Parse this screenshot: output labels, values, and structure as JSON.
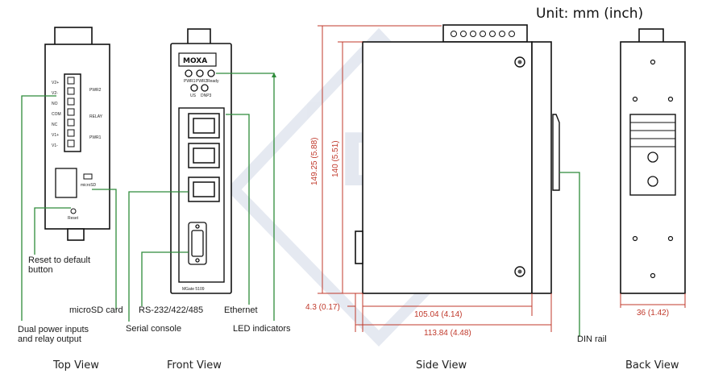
{
  "unit_label": "Unit: mm (inch)",
  "views": {
    "top": "Top View",
    "front": "Front View",
    "side": "Side View",
    "back": "Back View"
  },
  "callouts": {
    "reset": "Reset to default",
    "reset2": "button",
    "microsd": "microSD card",
    "power": "Dual power inputs",
    "power2": "and relay output",
    "serial_console": "Serial console",
    "rs232": "RS-232/422/485",
    "ethernet": "Ethernet",
    "led": "LED indicators",
    "din": "DIN rail"
  },
  "dimensions": {
    "h_total": "149.25 (5.88)",
    "h_body": "140 (5.51)",
    "offset": "4.3 (0.17)",
    "depth_body": "105.04 (4.14)",
    "depth_total": "113.84 (4.48)",
    "width": "36 (1.42)"
  },
  "device": {
    "brand": "MOXA",
    "led_pwr1": "PWR1",
    "led_pwr2": "PWR2",
    "led_ready": "Ready",
    "led_us": "US",
    "led_dnp3": "DNP3",
    "port_lan1": "Ethernet 1",
    "port_lan2": "Ethernet 2",
    "port_console": "Console",
    "port_serial": "RS-232/422/485",
    "model": "MGate 5109",
    "sd_label": "microSD",
    "reset_label": "Reset",
    "term_v2": "V2+",
    "term_v2m": "V2-",
    "term_no": "NO",
    "term_com": "COM",
    "term_nc": "NC",
    "term_v1": "V1+",
    "term_v1m": "V1-",
    "term_pwr2": "PWR2",
    "term_relay": "RELAY",
    "term_pwr1": "PWR1"
  }
}
